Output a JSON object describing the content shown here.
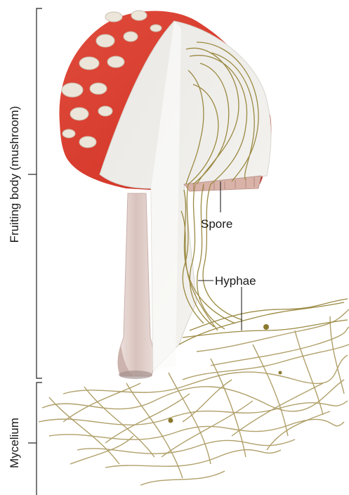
{
  "labels": {
    "fruiting_body": "Fruiting body (mushroom)",
    "mycelium": "Mycelium",
    "spore": "Spore",
    "hyphae": "Hyphae"
  },
  "colors": {
    "cap_red": "#d63a2c",
    "cap_dark": "#b3261c",
    "wart": "#ece6da",
    "flesh": "#f2f1ee",
    "stalk": "#e6d7d3",
    "hyphae": "#9b8a43",
    "gills": "#d9b2a8"
  }
}
